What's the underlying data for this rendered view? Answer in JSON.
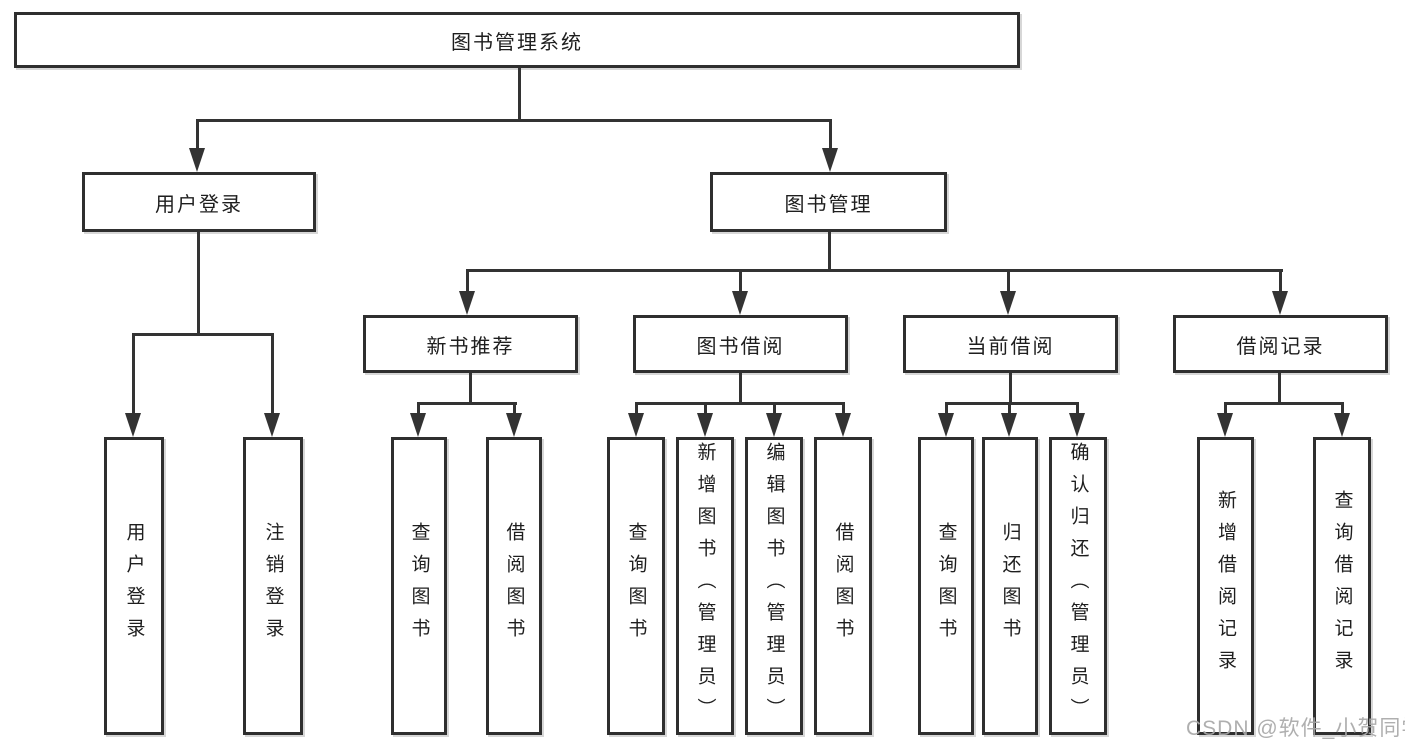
{
  "diagram_title": "图书管理系统",
  "tree": {
    "label": "图书管理系统",
    "children": [
      {
        "label": "用户登录",
        "children": [
          {
            "label": "用户登录"
          },
          {
            "label": "注销登录"
          }
        ]
      },
      {
        "label": "图书管理",
        "children": [
          {
            "label": "新书推荐",
            "children": [
              {
                "label": "查询图书"
              },
              {
                "label": "借阅图书"
              }
            ]
          },
          {
            "label": "图书借阅",
            "children": [
              {
                "label": "查询图书"
              },
              {
                "label": "新增图书（管理员）"
              },
              {
                "label": "编辑图书（管理员）"
              },
              {
                "label": "借阅图书"
              }
            ]
          },
          {
            "label": "当前借阅",
            "children": [
              {
                "label": "查询图书"
              },
              {
                "label": "归还图书"
              },
              {
                "label": "确认归还（管理员）"
              }
            ]
          },
          {
            "label": "借阅记录",
            "children": [
              {
                "label": "新增借阅记录"
              },
              {
                "label": "查询借阅记录"
              }
            ]
          }
        ]
      }
    ]
  },
  "watermark": "CSDN @软件_小贺同学",
  "colors": {
    "line": "#333333",
    "box_border": "#2f2f2f",
    "text": "#1e1e1e",
    "watermark": "#a8a8a8",
    "background": "#ffffff"
  }
}
